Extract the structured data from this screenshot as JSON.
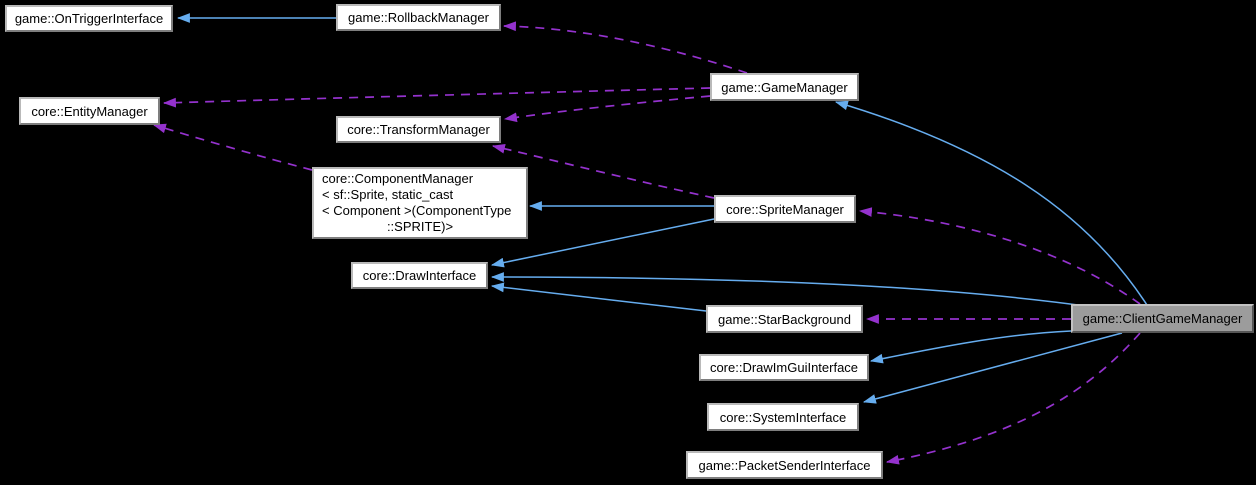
{
  "diagram": {
    "kind": "collaboration-graph",
    "background_color": "#000000",
    "colors": {
      "inheritance_arrow": "#66adef",
      "usage_arrow": "#9432cd",
      "node_fill": "#ffffff",
      "node_border": "#9a9a9a",
      "focus_node_fill": "#9c9c9c",
      "text": "#000000"
    }
  },
  "nodes": {
    "on_trigger_interface": {
      "label": "game::OnTriggerInterface"
    },
    "rollback_manager": {
      "label": "game::RollbackManager"
    },
    "entity_manager": {
      "label": "core::EntityManager"
    },
    "transform_manager": {
      "label": "core::TransformManager"
    },
    "component_manager": {
      "lines": [
        "core::ComponentManager",
        "< sf::Sprite, static_cast",
        "< Component >(ComponentType",
        "::SPRITE)>"
      ]
    },
    "draw_interface": {
      "label": "core::DrawInterface"
    },
    "game_manager": {
      "label": "game::GameManager"
    },
    "sprite_manager": {
      "label": "core::SpriteManager"
    },
    "star_background": {
      "label": "game::StarBackground"
    },
    "draw_imgui_interface": {
      "label": "core::DrawImGuiInterface"
    },
    "system_interface": {
      "label": "core::SystemInterface"
    },
    "packet_sender_interface": {
      "label": "game::PacketSenderInterface"
    },
    "client_game_manager": {
      "label": "game::ClientGameManager",
      "focused": true
    }
  },
  "edges": [
    {
      "from": "rollback_manager",
      "to": "on_trigger_interface",
      "style": "solid-blue"
    },
    {
      "from": "client_game_manager",
      "to": "game_manager",
      "style": "solid-blue"
    },
    {
      "from": "sprite_manager",
      "to": "component_manager",
      "style": "solid-blue"
    },
    {
      "from": "sprite_manager",
      "to": "draw_interface",
      "style": "solid-blue"
    },
    {
      "from": "client_game_manager",
      "to": "draw_interface",
      "style": "solid-blue"
    },
    {
      "from": "star_background",
      "to": "draw_interface",
      "style": "solid-blue"
    },
    {
      "from": "client_game_manager",
      "to": "draw_imgui_interface",
      "style": "solid-blue"
    },
    {
      "from": "client_game_manager",
      "to": "system_interface",
      "style": "solid-blue"
    },
    {
      "from": "game_manager",
      "to": "rollback_manager",
      "style": "dashed-purple"
    },
    {
      "from": "game_manager",
      "to": "entity_manager",
      "style": "dashed-purple"
    },
    {
      "from": "game_manager",
      "to": "transform_manager",
      "style": "dashed-purple"
    },
    {
      "from": "sprite_manager",
      "to": "transform_manager",
      "style": "dashed-purple"
    },
    {
      "from": "component_manager",
      "to": "entity_manager",
      "style": "dashed-purple"
    },
    {
      "from": "client_game_manager",
      "to": "star_background",
      "style": "dashed-purple"
    },
    {
      "from": "client_game_manager",
      "to": "sprite_manager",
      "style": "dashed-purple"
    },
    {
      "from": "client_game_manager",
      "to": "packet_sender_interface",
      "style": "dashed-purple"
    }
  ]
}
